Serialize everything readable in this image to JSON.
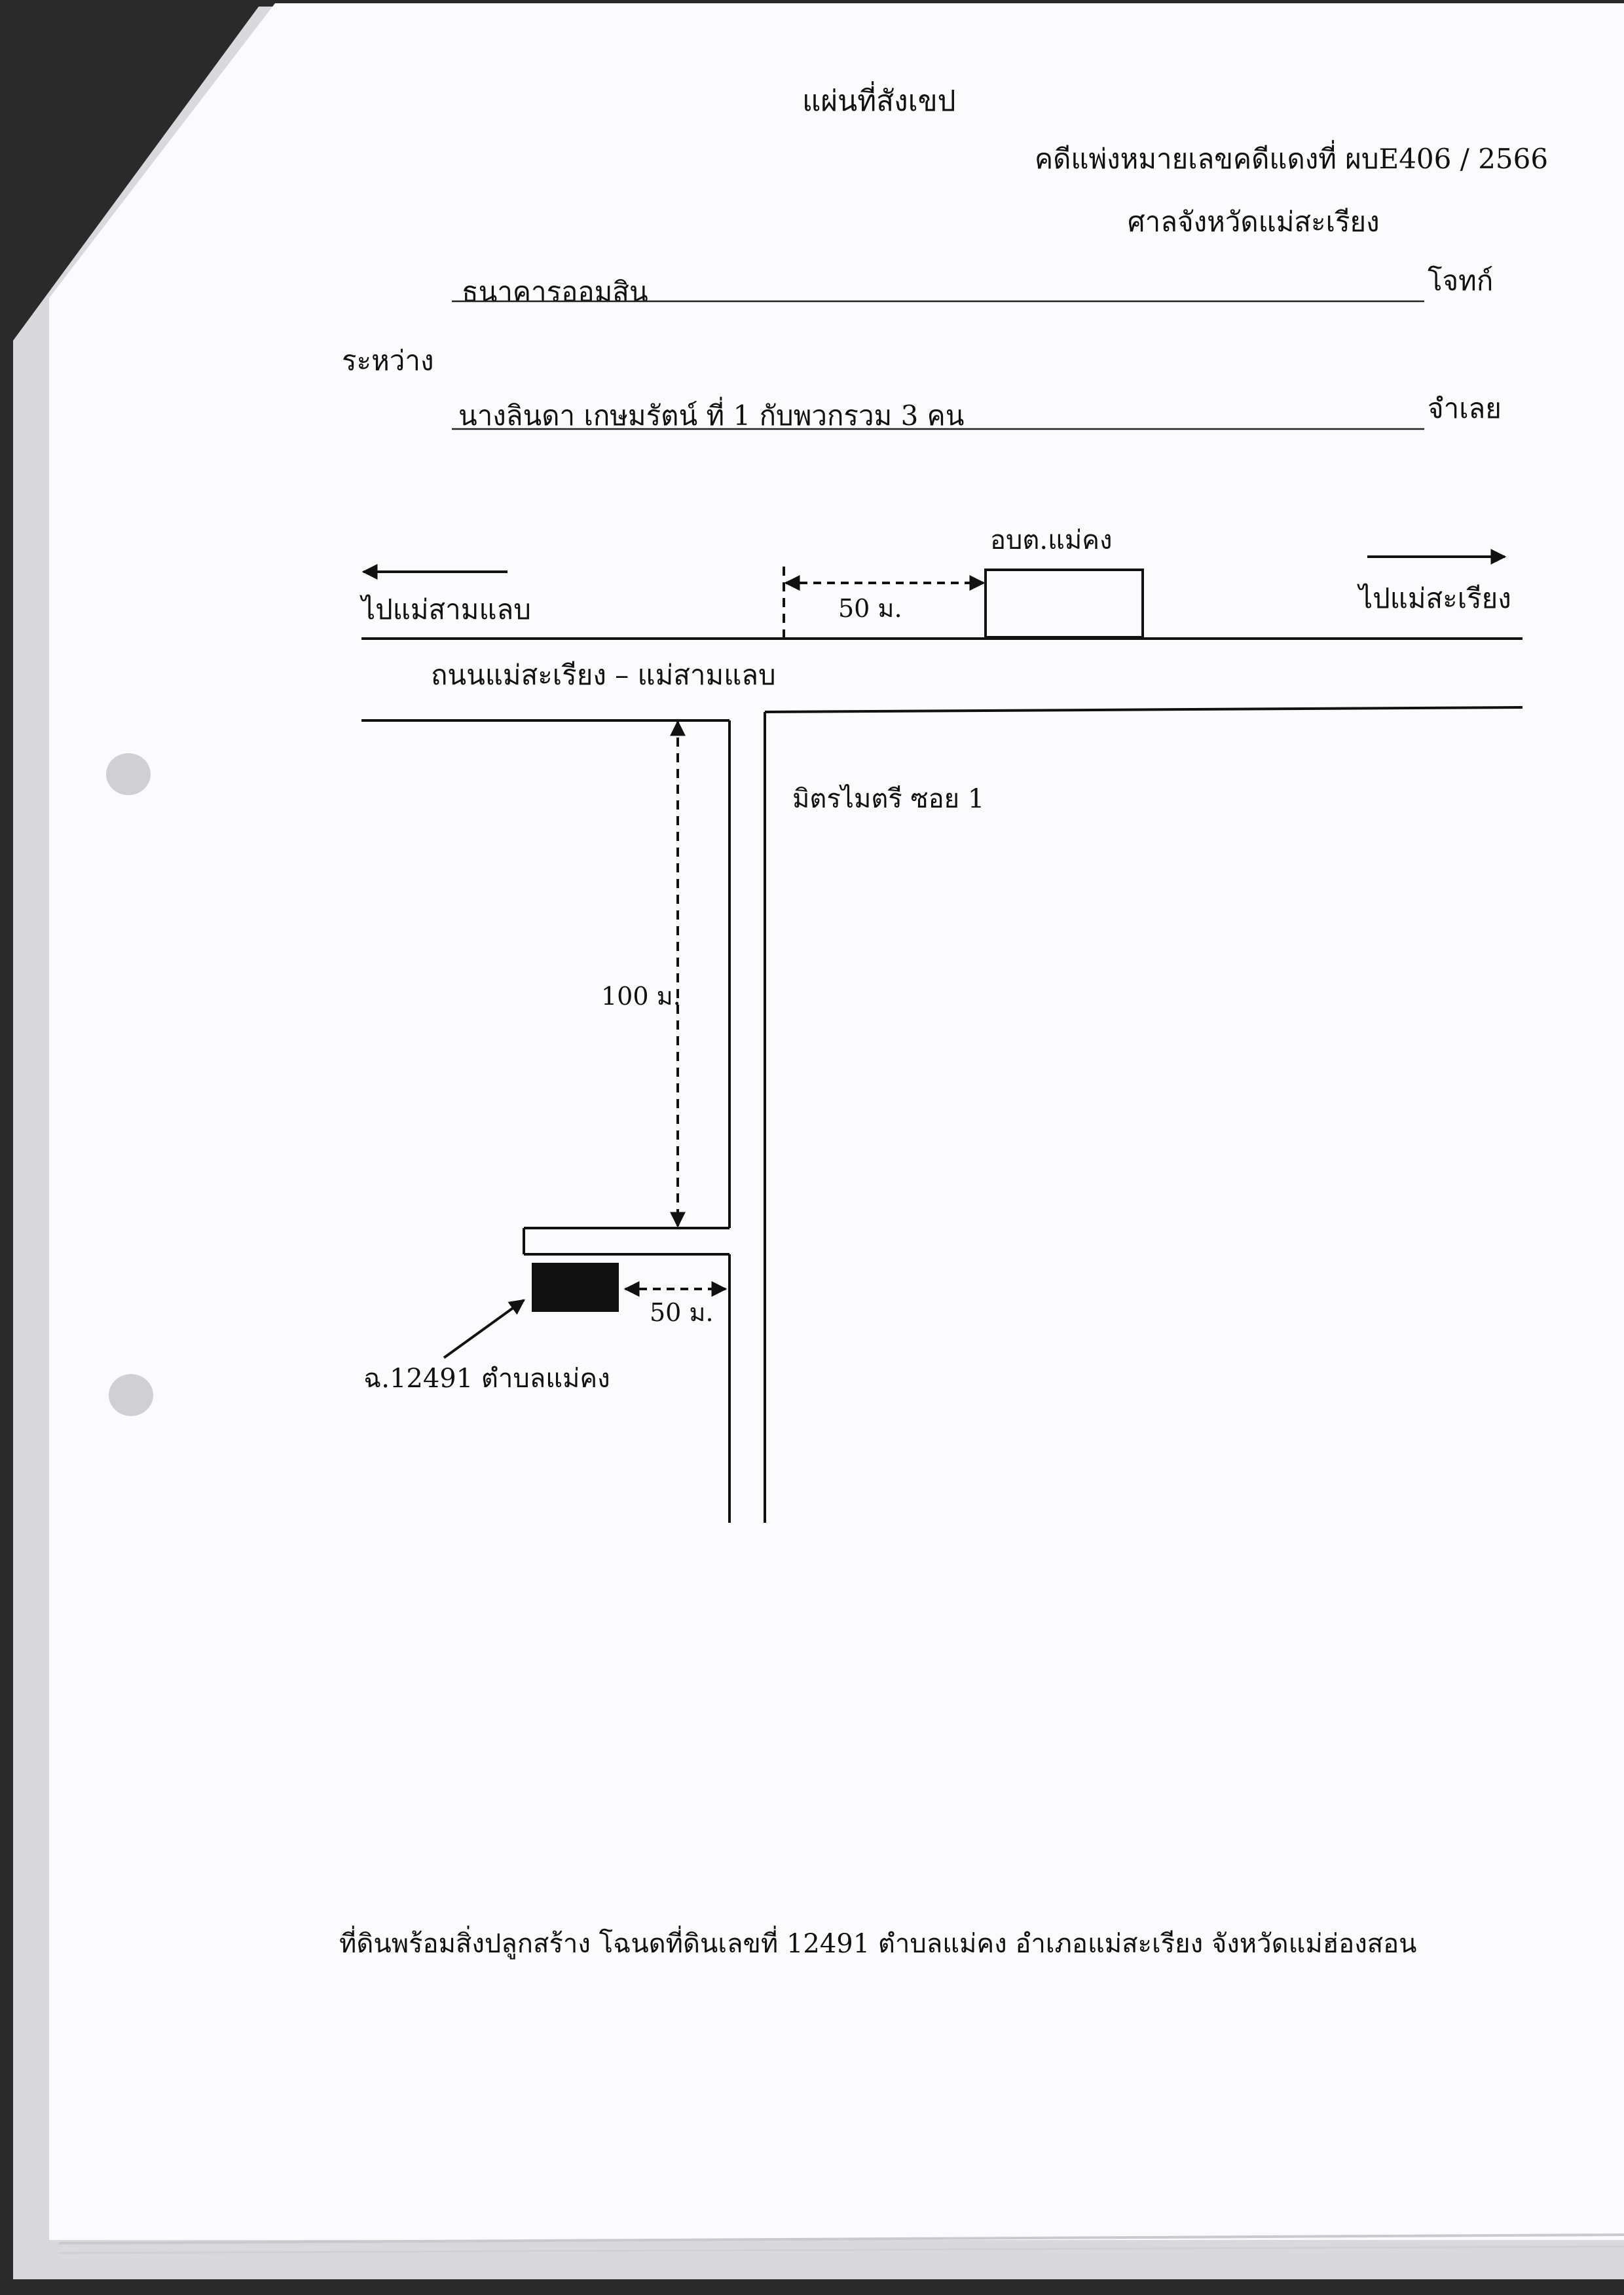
{
  "title": "แผ่นที่สังเขป",
  "case": {
    "number": "คดีแพ่งหมายเลขคดีแดงที่ ผบE406 / 2566",
    "court": "ศาลจังหวัดแม่สะเรียง"
  },
  "parties": {
    "plaintiff_name": "ธนาคารออมสิน",
    "plaintiff_role": "โจทก์",
    "between_label": "ระหว่าง",
    "defendant_name": "นางลินดา เกษมรัตน์ ที่ 1 กับพวกรวม 3 คน",
    "defendant_role": "จำเลย"
  },
  "map": {
    "landmark_label": "อบต.แม่คง",
    "to_left_label": "ไปแม่สามแลบ",
    "to_right_label": "ไปแม่สะเรียง",
    "landmark_distance_label": "50 ม.",
    "main_road_label": "ถนนแม่สะเรียง – แม่สามแลบ",
    "side_road_label": "มิตรไมตรี ซอย 1",
    "side_road_distance_label": "100 ม.",
    "plot_distance_label": "50 ม.",
    "plot_label": "ฉ.12491 ตำบลแม่คง"
  },
  "footer_description": "ที่ดินพร้อมสิ่งปลูกสร้าง โฉนดที่ดินเลขที่ 12491 ตำบลแม่คง อำเภอแม่สะเรียง จังหวัดแม่ฮ่องสอน"
}
